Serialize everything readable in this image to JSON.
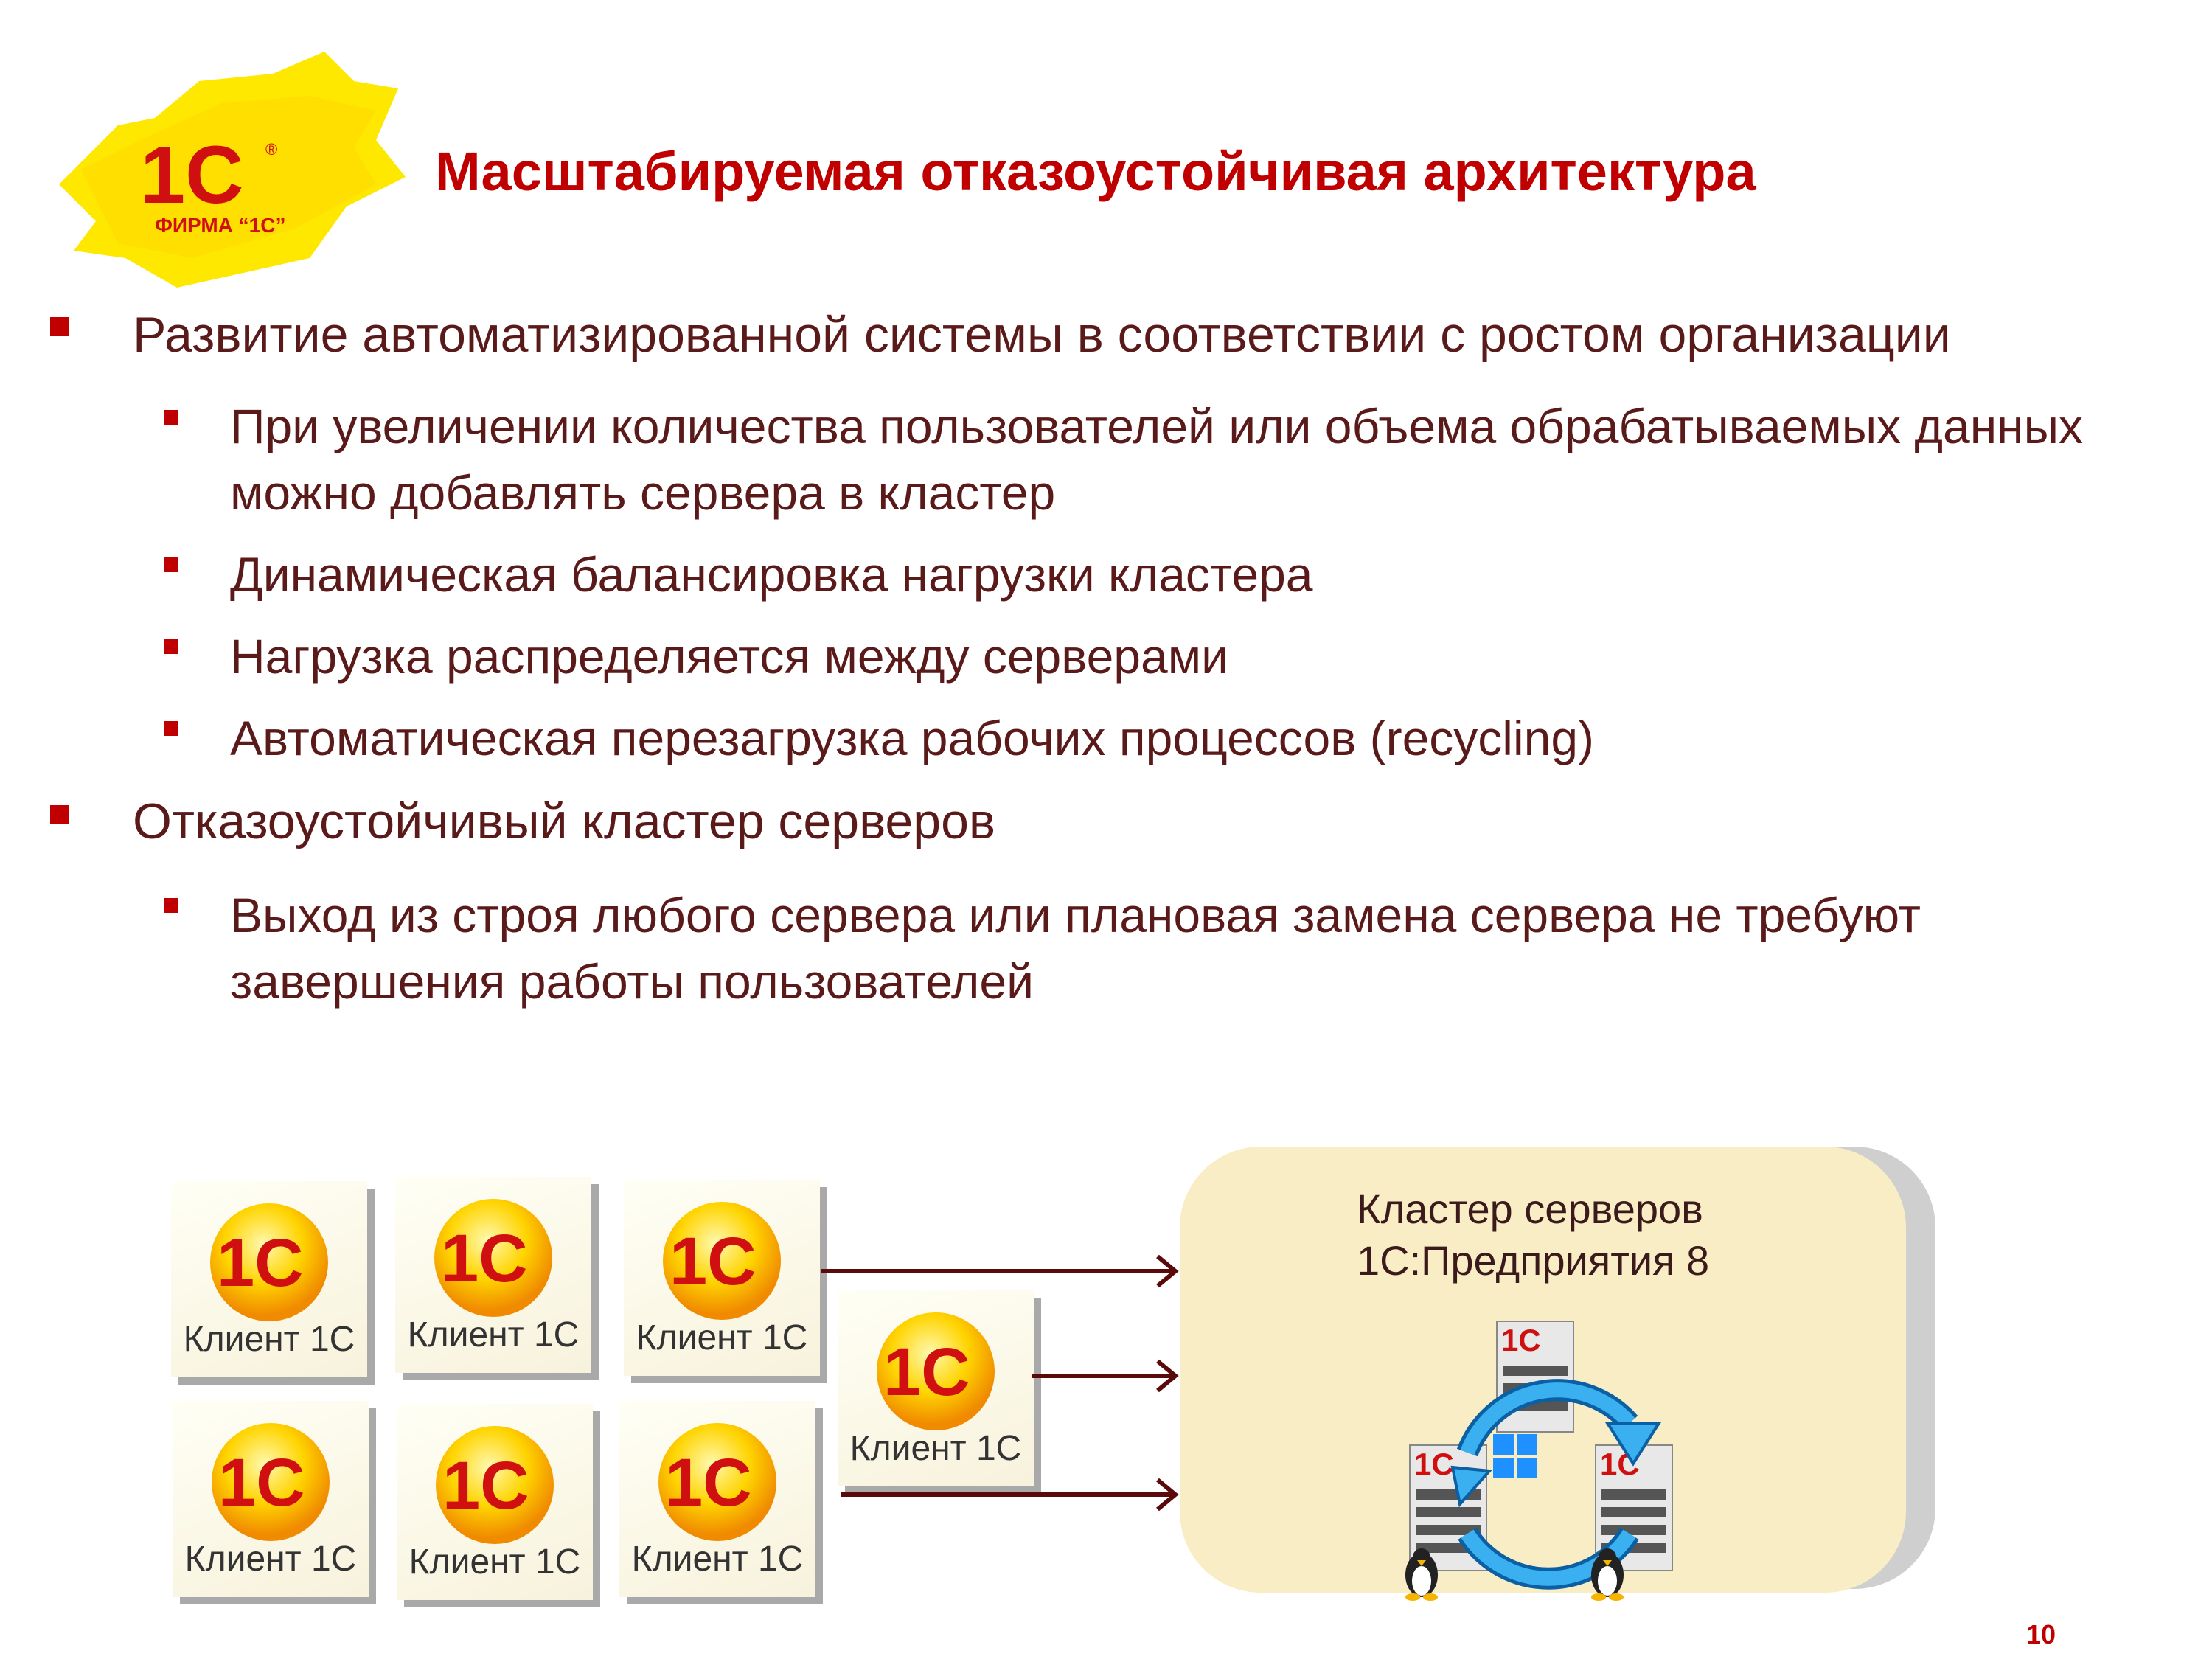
{
  "logo": {
    "brand": "1С",
    "caption": "ФИРМА “1С”",
    "mark": "®"
  },
  "title": "Масштабируемая отказоустойчивая архитектура",
  "bullets": [
    {
      "text": "Развитие автоматизированной системы в соответствии с ростом организации",
      "sub": [
        "При увеличении количества пользователей или объема обрабатываемых данных можно добавлять сервера в кластер",
        "Динамическая балансировка нагрузки кластера",
        "Нагрузка распределяется между серверами",
        "Автоматическая перезагрузка рабочих процессов (recycling)"
      ]
    },
    {
      "text": "Отказоустойчивый кластер серверов",
      "sub": [
        "Выход из строя любого сервера или плановая замена сервера не требуют завершения работы пользователей"
      ]
    }
  ],
  "diagram": {
    "client_label": "Клиент 1С",
    "cluster_title_line1": "Кластер серверов",
    "cluster_title_line2": "1С:Предприятия 8"
  },
  "colors": {
    "accent": "#c00000",
    "text": "#5a1a1a",
    "cluster_fill": "#f8edc4",
    "arrow": "#5a0a0a",
    "cycle": "#1a8fd6"
  },
  "page_number": "10"
}
